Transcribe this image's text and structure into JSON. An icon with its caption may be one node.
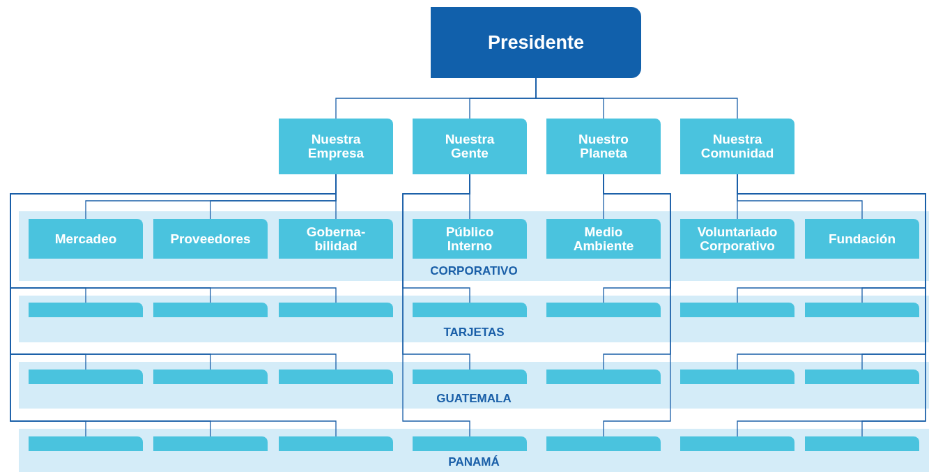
{
  "diagram": {
    "nodes": [
      {
        "text": [
          "Presidente"
        ]
      },
      {
        "text": [
          "Nuestra Empresa"
        ]
      },
      {
        "text": [
          "Nuestra Gente"
        ]
      },
      {
        "text": [
          "Nuestro Planeta"
        ]
      },
      {
        "text": [
          "Nuestra Comunidad"
        ]
      },
      {
        "text": [
          "CORPORATIVO"
        ]
      },
      {
        "text": [
          "Mercadeo"
        ],
        "in": 5
      },
      {
        "text": [
          "Proveedores"
        ],
        "in": 5
      },
      {
        "text": [
          "Goberna- bilidad"
        ],
        "in": 5
      },
      {
        "text": [
          "Público Interno"
        ],
        "in": 5
      },
      {
        "text": [
          "Medio Ambiente"
        ],
        "in": 5
      },
      {
        "text": [
          "Voluntariado Corporativo"
        ],
        "in": 5
      },
      {
        "text": [
          "Fundación"
        ],
        "in": 5
      },
      {
        "text": [
          "TARJETAS"
        ]
      },
      {
        "text": [],
        "shape": "box",
        "in": 13
      },
      {
        "text": [],
        "shape": "box",
        "in": 13
      },
      {
        "text": [],
        "shape": "box",
        "in": 13
      },
      {
        "text": [],
        "shape": "box",
        "in": 13
      },
      {
        "text": [],
        "shape": "box",
        "in": 13
      },
      {
        "text": [],
        "shape": "box",
        "in": 13
      },
      {
        "text": [],
        "shape": "box",
        "in": 13
      },
      {
        "text": [
          "GUATEMALA"
        ]
      },
      {
        "text": [],
        "shape": "box",
        "in": 21
      },
      {
        "text": [],
        "shape": "box",
        "in": 21
      },
      {
        "text": [],
        "shape": "box",
        "in": 21
      },
      {
        "text": [],
        "shape": "box",
        "in": 21
      },
      {
        "text": [],
        "shape": "box",
        "in": 21
      },
      {
        "text": [],
        "shape": "box",
        "in": 21
      },
      {
        "text": [],
        "shape": "box",
        "in": 21
      },
      {
        "text": [
          "PANAMÁ"
        ]
      },
      {
        "text": [],
        "shape": "box",
        "in": 29
      },
      {
        "text": [],
        "shape": "box",
        "in": 29
      },
      {
        "text": [],
        "shape": "box",
        "in": 29
      },
      {
        "text": [],
        "shape": "box",
        "in": 29
      },
      {
        "text": [],
        "shape": "box",
        "in": 29
      },
      {
        "text": [],
        "shape": "box",
        "in": 29
      },
      {
        "text": [],
        "shape": "box",
        "in": 29
      }
    ],
    "edges": [
      {
        "from": 0,
        "to": 1,
        "arrow": "none"
      },
      {
        "from": 0,
        "to": 2,
        "arrow": "none"
      },
      {
        "from": 0,
        "to": 3,
        "arrow": "none"
      },
      {
        "from": 0,
        "to": 4,
        "arrow": "none"
      },
      {
        "from": 1,
        "to": 6,
        "arrow": "none"
      },
      {
        "from": 1,
        "to": 7,
        "arrow": "none"
      },
      {
        "from": 1,
        "to": 8,
        "arrow": "none"
      },
      {
        "from": 2,
        "to": 9,
        "arrow": "none"
      },
      {
        "from": 3,
        "to": 10,
        "arrow": "none"
      },
      {
        "from": 4,
        "to": 11,
        "arrow": "none"
      },
      {
        "from": 4,
        "to": 12,
        "arrow": "none"
      },
      {
        "from": 1,
        "to": 14,
        "arrow": "none"
      },
      {
        "from": 1,
        "to": 15,
        "arrow": "none"
      },
      {
        "from": 1,
        "to": 16,
        "arrow": "none"
      },
      {
        "from": 2,
        "to": 17,
        "arrow": "none"
      },
      {
        "from": 3,
        "to": 18,
        "arrow": "none"
      },
      {
        "from": 4,
        "to": 19,
        "arrow": "none"
      },
      {
        "from": 4,
        "to": 20,
        "arrow": "none"
      },
      {
        "from": 1,
        "to": 22,
        "arrow": "none"
      },
      {
        "from": 1,
        "to": 23,
        "arrow": "none"
      },
      {
        "from": 1,
        "to": 24,
        "arrow": "none"
      },
      {
        "from": 2,
        "to": 25,
        "arrow": "none"
      },
      {
        "from": 3,
        "to": 26,
        "arrow": "none"
      },
      {
        "from": 4,
        "to": 27,
        "arrow": "none"
      },
      {
        "from": 4,
        "to": 28,
        "arrow": "none"
      },
      {
        "from": 1,
        "to": 30,
        "arrow": "none"
      },
      {
        "from": 1,
        "to": 31,
        "arrow": "none"
      },
      {
        "from": 1,
        "to": 32,
        "arrow": "none"
      },
      {
        "from": 2,
        "to": 33,
        "arrow": "none"
      },
      {
        "from": 3,
        "to": 34,
        "arrow": "none"
      },
      {
        "from": 4,
        "to": 35,
        "arrow": "none"
      },
      {
        "from": 4,
        "to": 36,
        "arrow": "none"
      }
    ]
  }
}
